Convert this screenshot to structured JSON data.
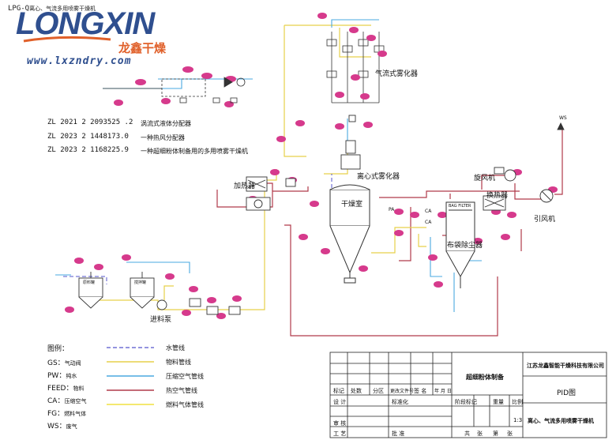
{
  "header": {
    "doc_code": "LPG-Q",
    "doc_subtitle": "离心、气流多用喷雾干燥机"
  },
  "logo": {
    "wordmark": "LONGXIN",
    "chinese": "龙鑫干燥",
    "url": "www.lxzndry.com"
  },
  "patents": [
    {
      "number": "ZL 2021 2 2093525 .2",
      "title": "涡流式液体分配器"
    },
    {
      "number": "ZL 2023 2 1448173.0",
      "title": "一种热风分配器"
    },
    {
      "number": "ZL 2023 2 1168225.9",
      "title": "一种超细粉体制备用的多用喷雾干燥机"
    }
  ],
  "equipment": {
    "airflow_atomizer": "气流式雾化器",
    "centrifugal_atomizer": "离心式雾化器",
    "heater": "加热器",
    "drying_chamber": "干燥室",
    "dust_collector": "布袋除尘器",
    "cyclone_fan": "旋风机",
    "heat_exchanger": "换热器",
    "induced_fan": "引风机",
    "feed_pump": "进料泵",
    "ws_tag": "WS",
    "feed_tank": "原料罐",
    "mixing_tank": "搅拌罐",
    "bag_filter": "BAG FILTER",
    "ca_left": "CA",
    "ca_right": "CA",
    "pa_tag": "PA"
  },
  "legend": {
    "heading": "图例：",
    "codes": [
      {
        "code": "GS：",
        "desc": "气动阀"
      },
      {
        "code": "PW：",
        "desc": "纯水"
      },
      {
        "code": "FEED：",
        "desc": "物料"
      },
      {
        "code": "CA：",
        "desc": "压缩空气"
      },
      {
        "code": "FG：",
        "desc": "燃料气体"
      },
      {
        "code": "WS：",
        "desc": "废气"
      }
    ],
    "lines": [
      {
        "name": "水管线",
        "color": "#5555cc",
        "dash": "5,3"
      },
      {
        "name": "物料管线",
        "color": "#e6d04a",
        "dash": ""
      },
      {
        "name": "压缩空气管线",
        "color": "#4aa8e0",
        "dash": ""
      },
      {
        "name": "热空气管线",
        "color": "#b03a4a",
        "dash": ""
      },
      {
        "name": "燃料气体管线",
        "color": "#f0e040",
        "dash": ""
      }
    ]
  },
  "title_block": {
    "product": "超细粉体制备",
    "company": "江苏龙鑫智能干燥科技有限公司",
    "drawing_type": "PID图",
    "machine": "离心、气流多用喷雾干燥机",
    "scale": "1:3",
    "row_labels": [
      "标记",
      "设 计",
      "审 核",
      "工 艺"
    ],
    "header_cells": [
      "标记",
      "处数",
      "分区",
      "更改文件号",
      "签 名",
      "年  月  日"
    ],
    "middle_labels": [
      "标准化",
      "批 准"
    ],
    "right_labels": [
      "阶段标记",
      "重量",
      "比例"
    ],
    "bottom_labels": [
      "共",
      "张",
      "第",
      "张"
    ]
  }
}
